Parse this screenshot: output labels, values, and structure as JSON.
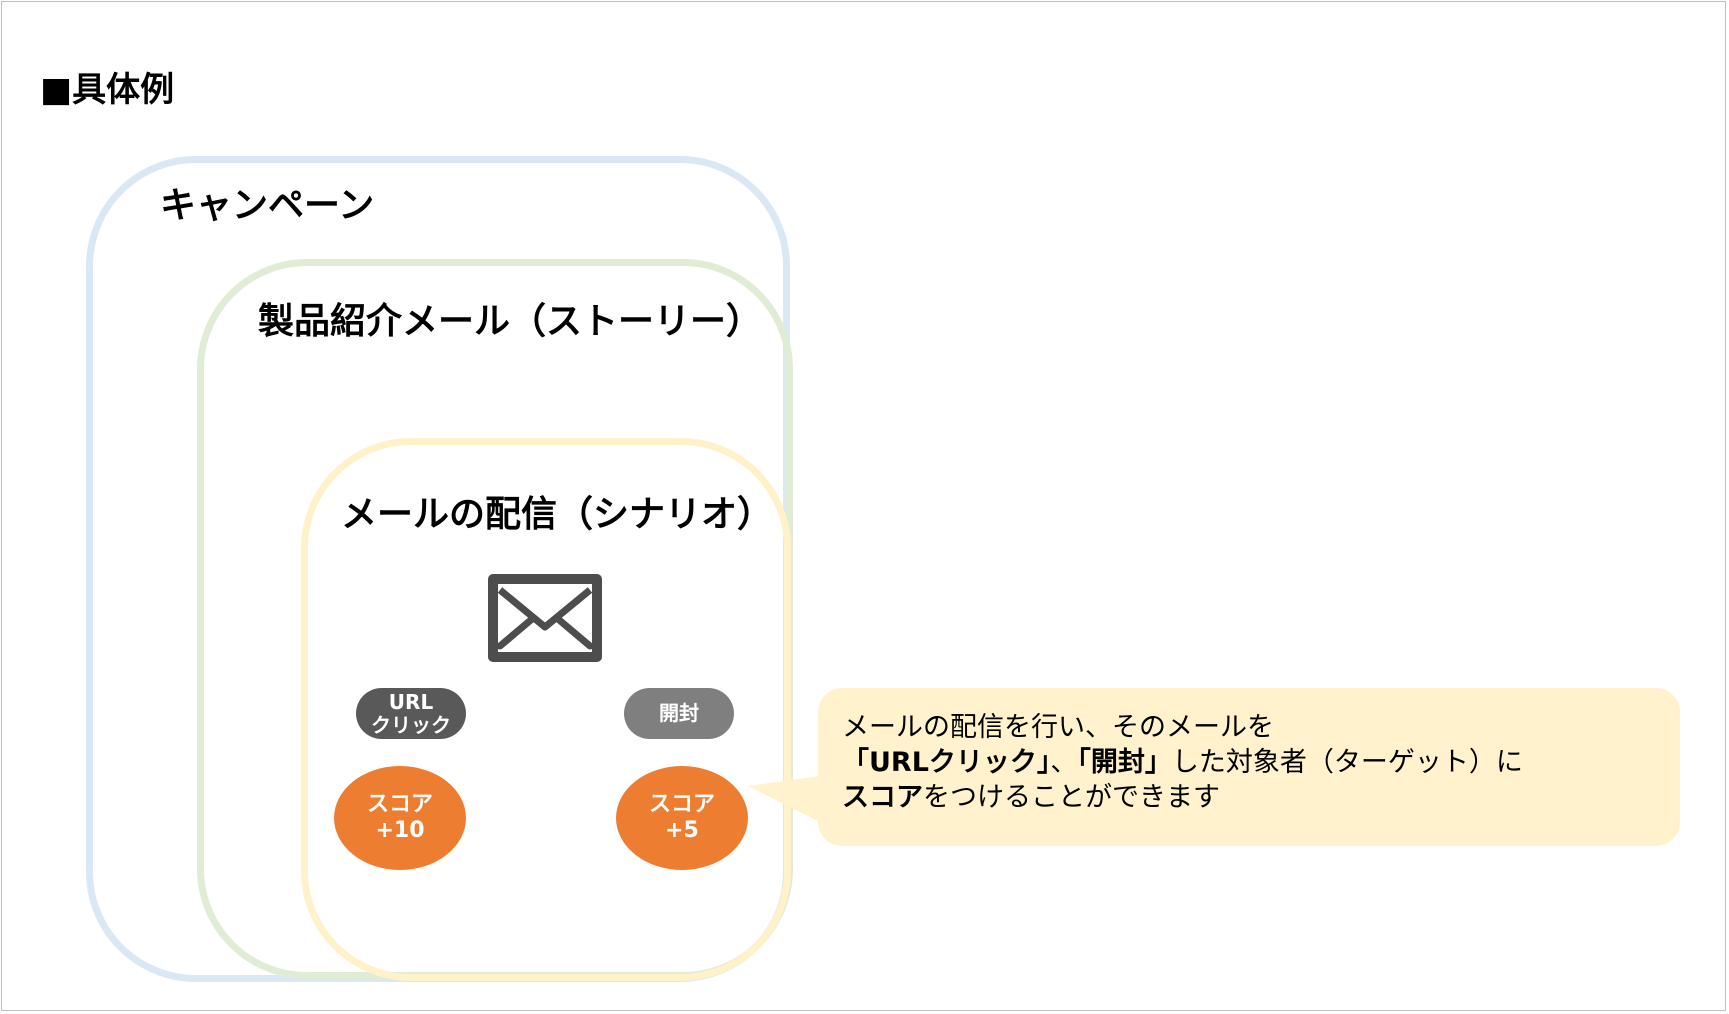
{
  "heading": "■具体例",
  "boxes": {
    "campaign": "キャンペーン",
    "story": "製品紹介メール（ストーリー）",
    "scenario": "メールの配信（シナリオ）"
  },
  "icons": {
    "mail": "envelope-icon"
  },
  "actions": {
    "url_click_line1": "URL",
    "url_click_line2": "クリック",
    "open": "開封"
  },
  "scores": {
    "url_label": "スコア",
    "url_value": "+10",
    "open_label": "スコア",
    "open_value": "+5"
  },
  "callout": {
    "line1": "メールの配信を行い、そのメールを",
    "line2_part1": "「URLクリック」",
    "line2_part2": "、",
    "line2_part3": "「開封」",
    "line2_part4": "した対象者（ターゲット）に",
    "line3_part1": "スコア",
    "line3_part2": "をつけることができます"
  },
  "colors": {
    "campaign_border": "#dae7f4",
    "story_border": "#e1ecd6",
    "scenario_border": "#fff1c8",
    "url_pill": "#595959",
    "open_pill": "#7f7f7f",
    "score": "#ed7d31",
    "callout_bg": "#fff2cc",
    "icon": "#4d4d4d"
  }
}
